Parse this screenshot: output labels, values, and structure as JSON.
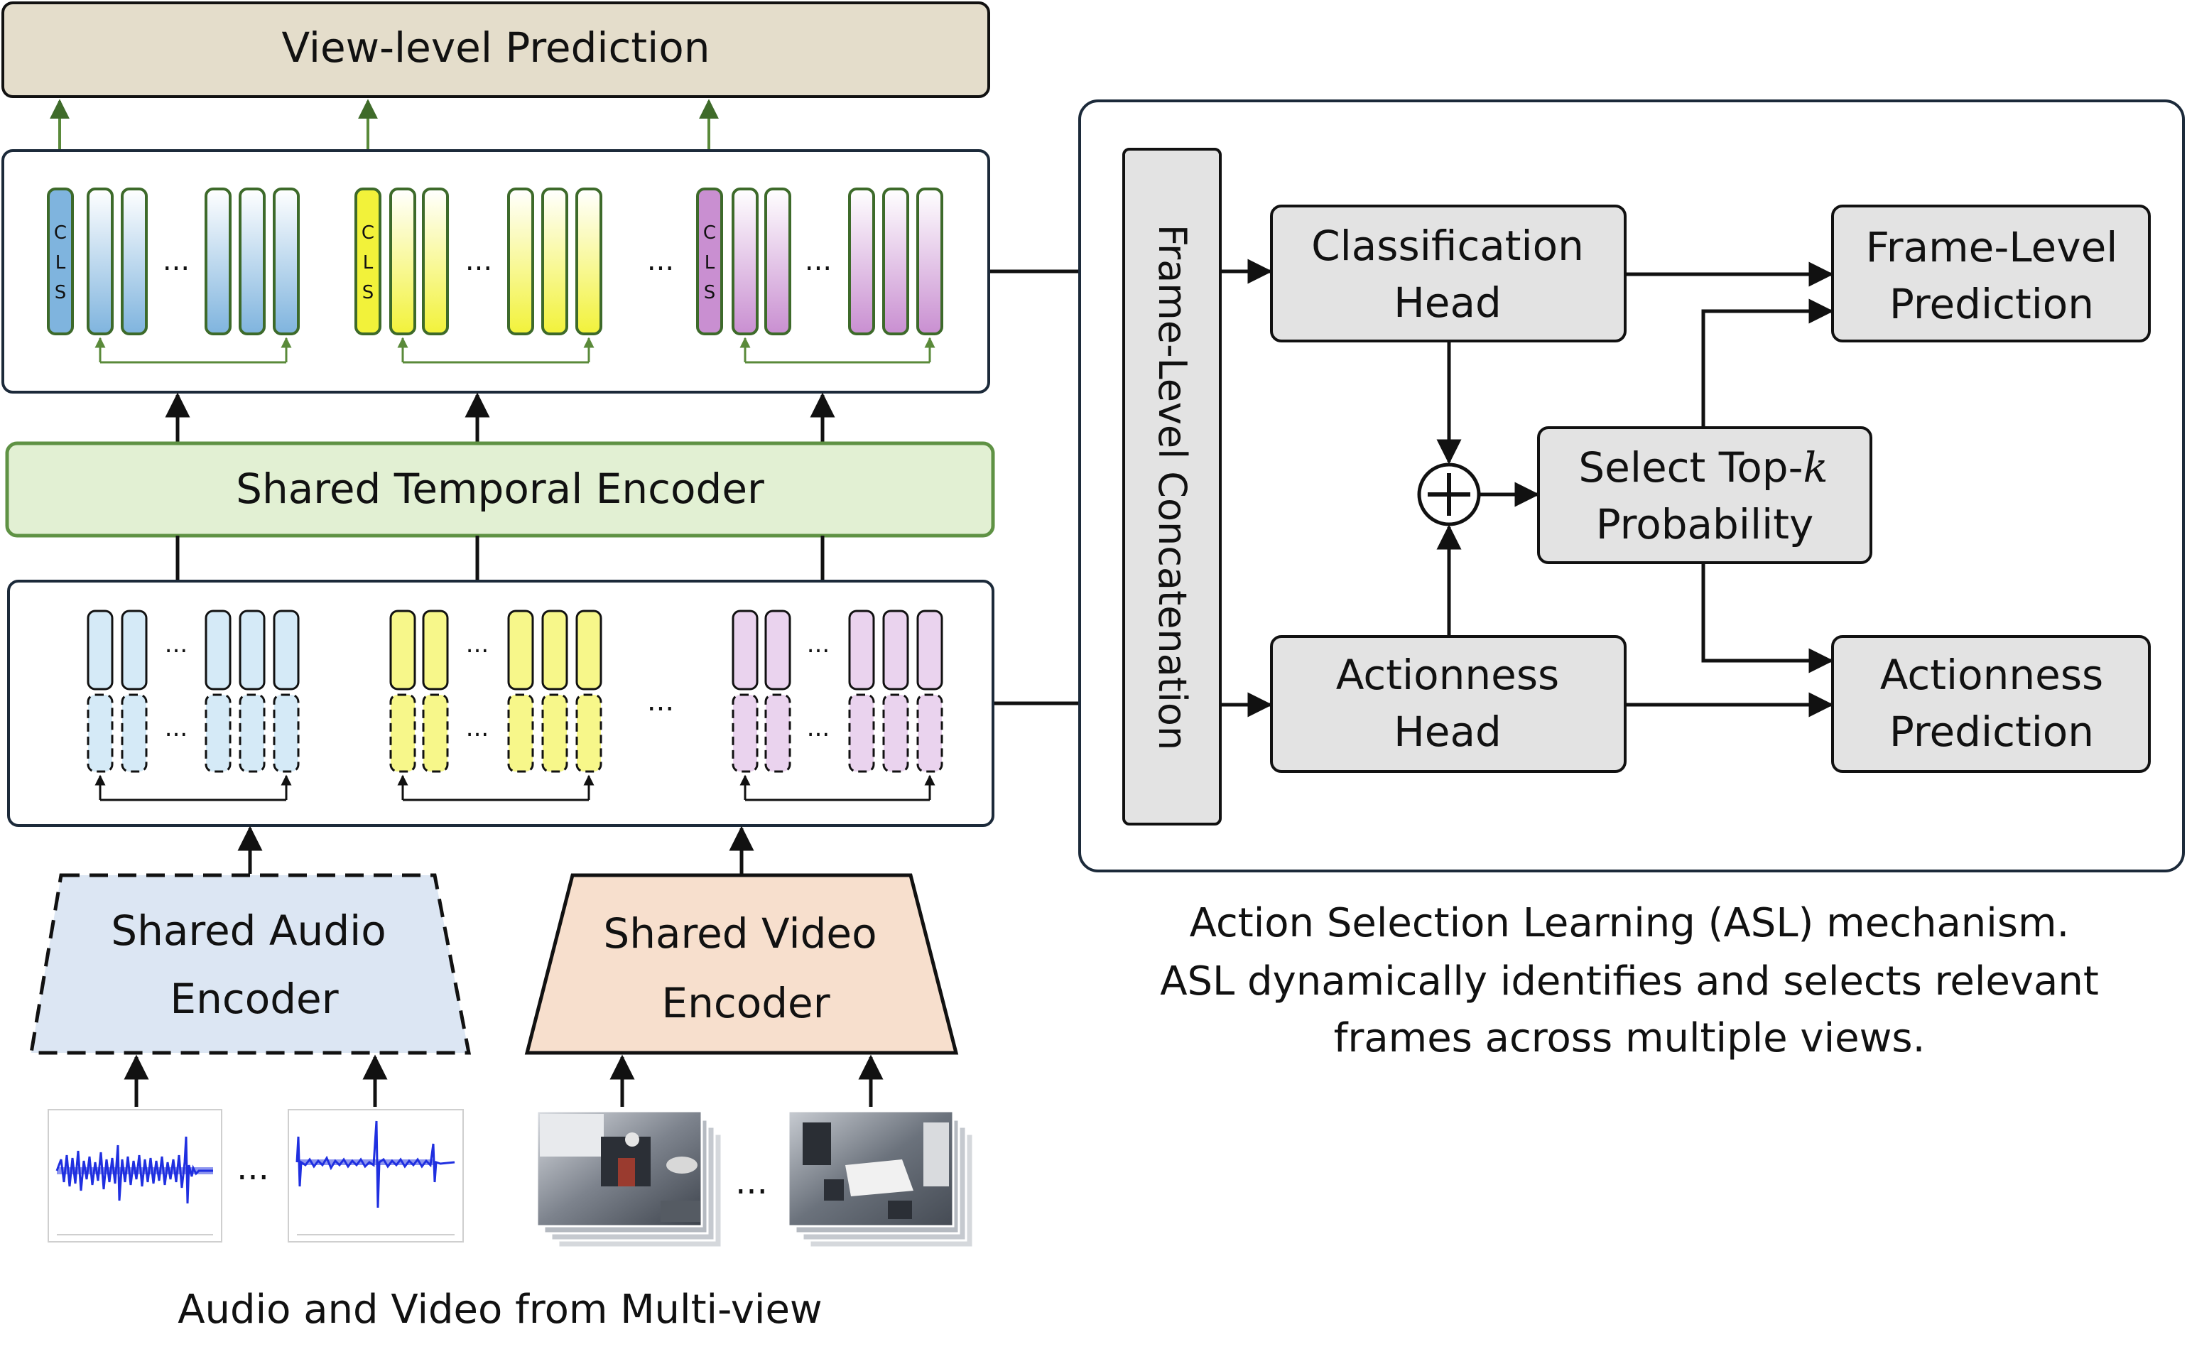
{
  "view_prediction": {
    "label": "View-level Prediction"
  },
  "temporal_encoder": {
    "label": "Shared Temporal Encoder"
  },
  "audio_encoder": {
    "line1": "Shared Audio",
    "line2": "Encoder"
  },
  "video_encoder": {
    "line1": "Shared Video",
    "line2": "Encoder"
  },
  "inputs_caption": "Audio and Video from Multi-view",
  "cls_token": {
    "c": "C",
    "l": "L",
    "s": "S"
  },
  "ellipsis": "...",
  "asl": {
    "concat": "Frame-Level Concatenation",
    "classification_head": {
      "line1": "Classification",
      "line2": "Head"
    },
    "actionness_head": {
      "line1": "Actionness",
      "line2": "Head"
    },
    "topk": {
      "line1": "Select Top-",
      "k": "k",
      "line2": "Probability"
    },
    "frame_pred": {
      "line1": "Frame-Level",
      "line2": "Prediction"
    },
    "action_pred": {
      "line1": "Actionness",
      "line2": "Prediction"
    },
    "caption": {
      "line1": "Action Selection Learning (ASL) mechanism.",
      "line2": "ASL dynamically identifies and selects relevant",
      "line3": "frames across multiple views."
    }
  },
  "colors": {
    "view_group_1": "#7fb4de",
    "view_group_2": "#f2f23a",
    "view_group_3": "#c98fd1",
    "temporal_encoder_fill": "#e2f0d3",
    "temporal_encoder_border": "#5f9244",
    "view_prediction_fill": "#e4ddcb",
    "audio_encoder_fill": "#dce6f3",
    "video_encoder_fill": "#f7dfcd",
    "head_fill": "#e3e3e3",
    "arrow_green": "#5a8a3a",
    "waveform": "#1f2fe0"
  }
}
